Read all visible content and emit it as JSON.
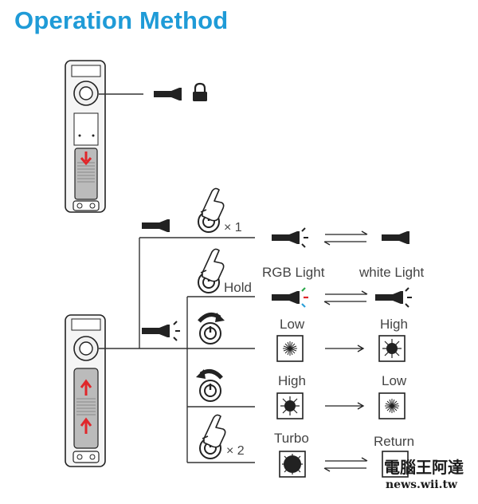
{
  "title": "Operation Method",
  "actions": {
    "single_click_count": "× 1",
    "hold_label": "Hold",
    "double_click_count": "× 2"
  },
  "modes": {
    "rgb_light": "RGB Light",
    "white_light": "white Light",
    "low": "Low",
    "high": "High",
    "high_2": "High",
    "low_2": "Low",
    "turbo": "Turbo",
    "return": "Return"
  },
  "watermark": {
    "name": "電腦王阿達",
    "url": "news.wii.tw"
  },
  "colors": {
    "title_blue": "#1f9bd7",
    "line": "#333333",
    "arrow_red": "#e0262a",
    "rgb_red": "#e0262a",
    "rgb_green": "#2aa84a",
    "rgb_blue": "#2a9fd8"
  },
  "icons": [
    "flashlight-icon",
    "lock-icon",
    "press-button-icon",
    "rotate-clockwise-icon",
    "rotate-counterclockwise-icon",
    "brightness-icon"
  ]
}
